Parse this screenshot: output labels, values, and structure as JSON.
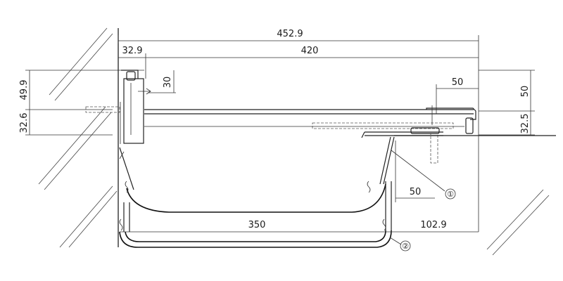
{
  "dimensions": {
    "total_width": "452.9",
    "left_offset": "32.9",
    "inner_width": "420",
    "left_upper_height": "49.9",
    "left_lower_height": "32.6",
    "flange_height": "30",
    "right_setback": "50",
    "right_upper_height": "50",
    "right_lower_height": "32.5",
    "lower_setback": "50",
    "tub_inner_width": "350",
    "right_gap": "102.9"
  },
  "callouts": {
    "part_1": "①",
    "part_2": "②"
  }
}
